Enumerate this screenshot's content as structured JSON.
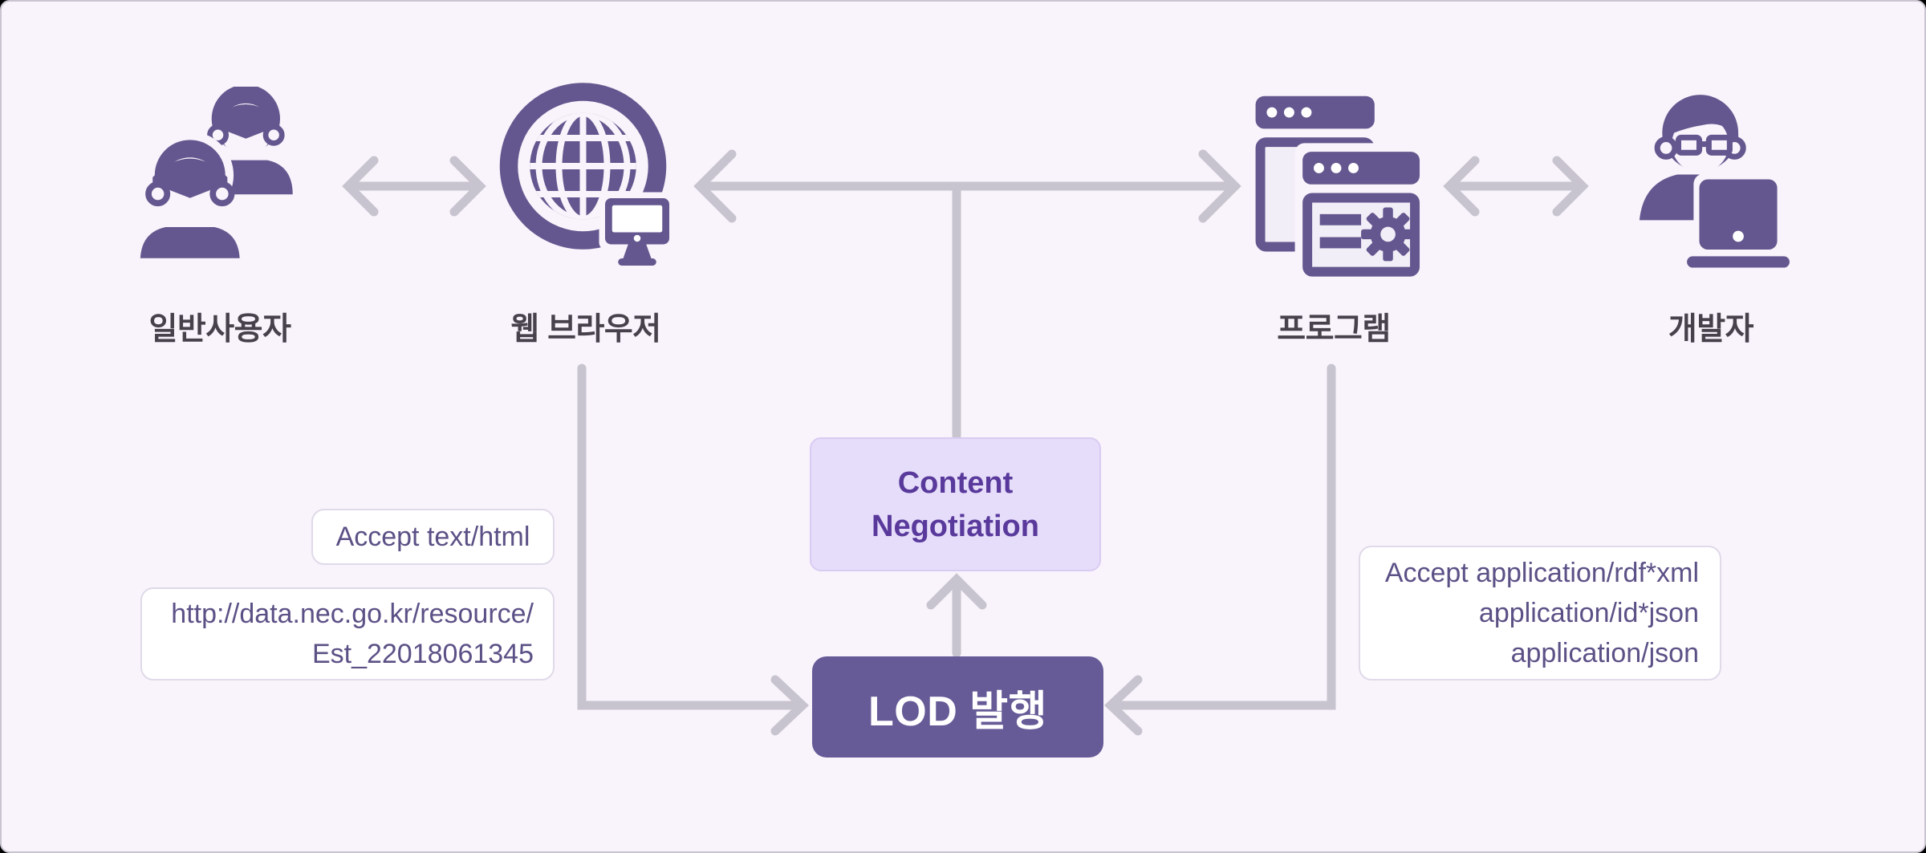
{
  "diagram": {
    "title": "LOD content negotiation diagram",
    "colors": {
      "background": "#F9F3FB",
      "icon_purple": "#64578F",
      "lod_box_fill": "#665A97",
      "lod_text": "#FFFFFF",
      "cn_box_fill": "#E5DDF9",
      "cn_box_border": "#D9CCF3",
      "cn_text": "#59399B",
      "arrow_gray": "#C8C4CF",
      "actor_label_color": "#46414B",
      "note_text_color": "#5C5186",
      "note_border": "#E0DAE9",
      "frame_border": "#C9C5D0"
    },
    "icons": {
      "general_user": "users-icon",
      "web_browser": "globe-monitor-icon",
      "program": "app-windows-gear-icon",
      "developer": "developer-laptop-icon"
    },
    "actors": [
      {
        "id": "general-user",
        "label": "일반사용자"
      },
      {
        "id": "web-browser",
        "label": "웹 브라우저"
      },
      {
        "id": "program",
        "label": "프로그램"
      },
      {
        "id": "developer",
        "label": "개발자"
      }
    ],
    "nodes": {
      "content_negotiation": {
        "line1": "Content",
        "line2": "Negotiation"
      },
      "lod_publish": {
        "label": "LOD 발행"
      }
    },
    "notes": {
      "accept_html": {
        "lines": [
          "Accept text/html"
        ]
      },
      "resource_url": {
        "lines": [
          "http://data.nec.go.kr/resource/",
          "Est_22018061345"
        ]
      },
      "accept_rdf": {
        "lines": [
          "Accept application/rdf*xml",
          "application/id*json",
          "application/json"
        ]
      }
    }
  }
}
